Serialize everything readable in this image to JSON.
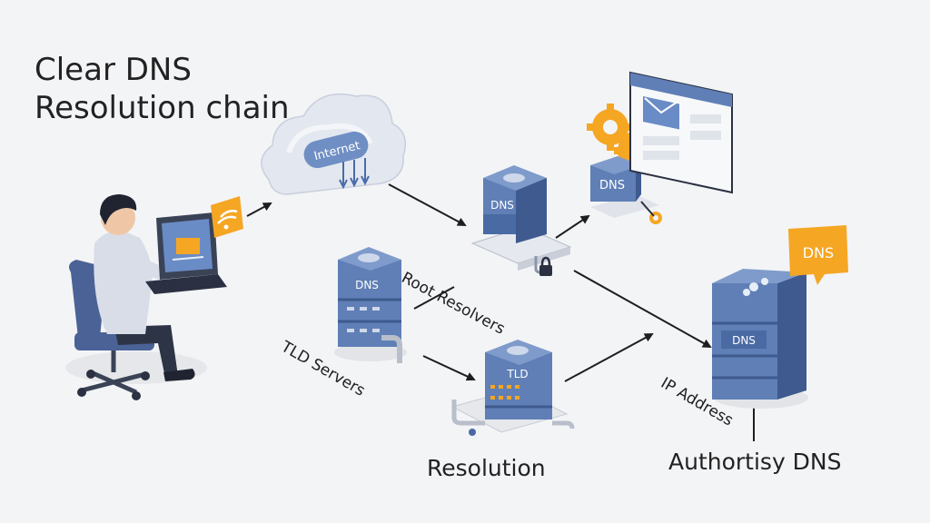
{
  "title": {
    "line1": "Clear DNS",
    "line2": "Resolution chain"
  },
  "labels": {
    "internet": "Internet",
    "root_resolvers": "Root Resolvers",
    "tld_servers": "TLD Servers",
    "resolution": "Resolution",
    "ip_address": "IP Address",
    "authoritative_dns": "Authortisy DNS"
  },
  "server_badges": {
    "dns_top": "DNS",
    "dns_mid": "DNS",
    "dns_gear": "DNS",
    "tld": "TLD",
    "dns_auth": "DNS",
    "dns_bubble": "DNS"
  },
  "icons": [
    "person-at-laptop-icon",
    "wifi-signal-icon",
    "cloud-icon",
    "gear-icon",
    "browser-window-icon",
    "lock-icon",
    "speech-bubble-icon",
    "server-icon"
  ],
  "colors": {
    "server_blue": "#5f7fb6",
    "server_dark": "#3e5a8f",
    "accent_orange": "#f5a623",
    "background": "#f3f4f6",
    "text": "#222222"
  }
}
